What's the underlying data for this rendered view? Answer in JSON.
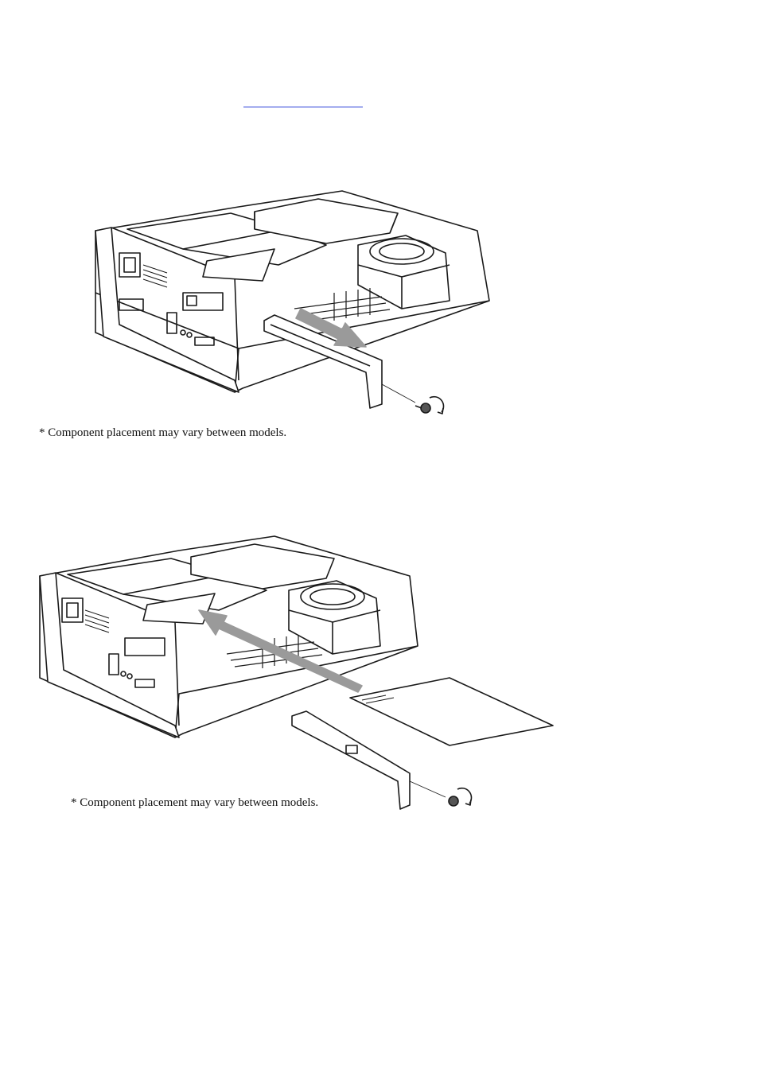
{
  "page": {
    "link_text": "",
    "figures": [
      {
        "caption": "* Component placement may vary between models."
      },
      {
        "caption": "* Component placement may vary between models."
      }
    ]
  },
  "colors": {
    "link": "#2a3fd8",
    "line": "#1a1a1a",
    "arrow": "#9a9a9a"
  },
  "icons": [
    "screw-icon",
    "rotate-arrow-icon",
    "direction-arrow"
  ]
}
